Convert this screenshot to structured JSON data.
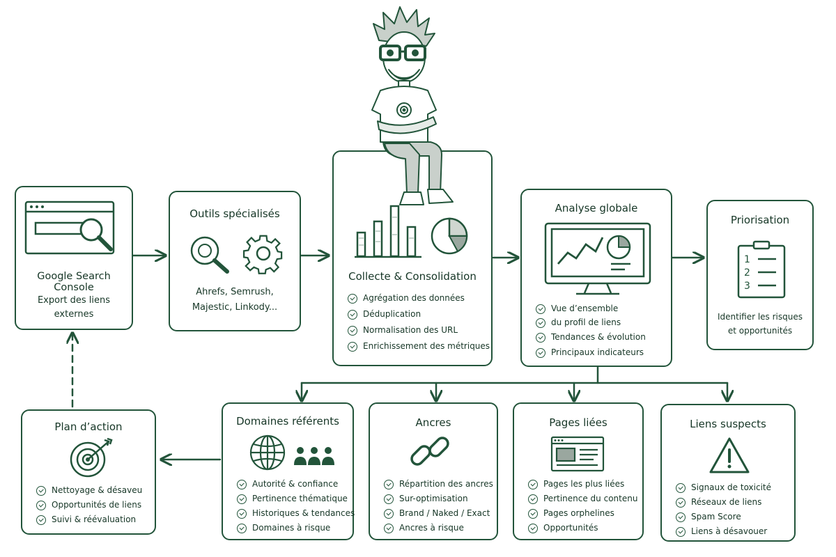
{
  "boxes": {
    "gsc": {
      "title": "Google Search Console",
      "subtitle": "Export des liens externes"
    },
    "outils": {
      "title": "Outils spécialisés",
      "line1": "Ahrefs, Semrush,",
      "line2": "Majestic, Linkody..."
    },
    "collecte": {
      "title": "Collecte & Consolidation",
      "items": [
        "Agrégation des données",
        "Déduplication",
        "Normalisation des URL",
        "Enrichissement des métriques"
      ]
    },
    "analyse": {
      "title": "Analyse globale",
      "items": [
        "Vue d’ensemble",
        "Tendances & évolution",
        "Principaux indicateurs"
      ],
      "item0_cont": "du profil de liens"
    },
    "priorisation": {
      "title": "Priorisation",
      "line1": "Identifier les risques",
      "line2": "et opportunités",
      "list_nums": [
        "1",
        "2",
        "3"
      ]
    },
    "domaines": {
      "title": "Domaines référents",
      "items": [
        "Autorité & confiance",
        "Pertinence thématique",
        "Historiques & tendances",
        "Domaines à risque"
      ]
    },
    "ancres": {
      "title": "Ancres",
      "items": [
        "Répartition des ancres",
        "Sur-optimisation",
        "Brand / Naked / Exact",
        "Ancres à risque"
      ]
    },
    "pages": {
      "title": "Pages liées",
      "items": [
        "Pages les plus liées",
        "Pertinence du contenu",
        "Pages orphelines",
        "Opportunités"
      ]
    },
    "suspects": {
      "title": "Liens suspects",
      "items": [
        "Signaux de toxicité",
        "Réseaux de liens",
        "Spam Score",
        "Liens à désavouer"
      ]
    },
    "plan": {
      "title": "Plan d’action",
      "items": [
        "Nettoyage & désaveu",
        "Opportunités de liens",
        "Suivi & réévaluation"
      ]
    }
  },
  "colors": {
    "stroke": "#22543a",
    "text": "#163626"
  },
  "icons": [
    "browser-search-icon",
    "magnifier-icon",
    "gear-icon",
    "bar-chart-icon",
    "pie-chart-icon",
    "monitor-chart-icon",
    "clipboard-list-icon",
    "globe-icon",
    "people-icon",
    "chain-link-icon",
    "webpage-icon",
    "warning-icon",
    "target-arrow-icon",
    "mascot-illustration"
  ]
}
